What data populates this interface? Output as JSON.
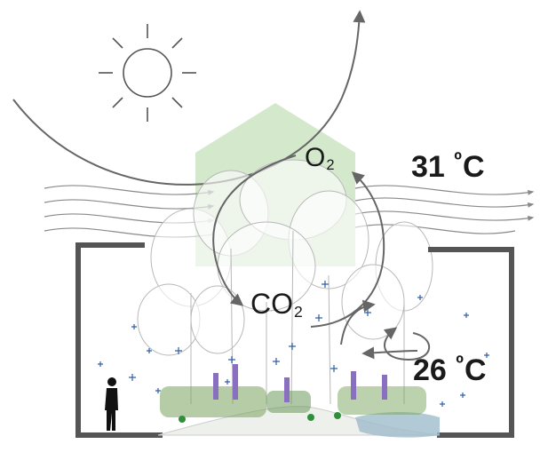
{
  "labels": {
    "oxygen": {
      "main": "O",
      "sub": "2"
    },
    "carbon_dioxide": {
      "main": "CO",
      "sub": "2"
    },
    "outside_temperature": {
      "value": "31",
      "degree": "º",
      "unit": "C"
    },
    "inside_temperature": {
      "value": "26",
      "degree": "º",
      "unit": "C"
    }
  },
  "colors": {
    "arrow": "#666666",
    "wind": "#8a8a8a",
    "building": "#555555",
    "green_volume": "#cfe6c7",
    "tree_outline": "#b8b8b8",
    "sparkle": "#2e5fa8",
    "pond": "#9fbccc",
    "plants": "#7aa35c",
    "flowers": "#8a6fc0"
  },
  "icons": [
    "sun-icon",
    "person-icon",
    "tree-icon",
    "sparkle-icon",
    "wind-icon"
  ]
}
